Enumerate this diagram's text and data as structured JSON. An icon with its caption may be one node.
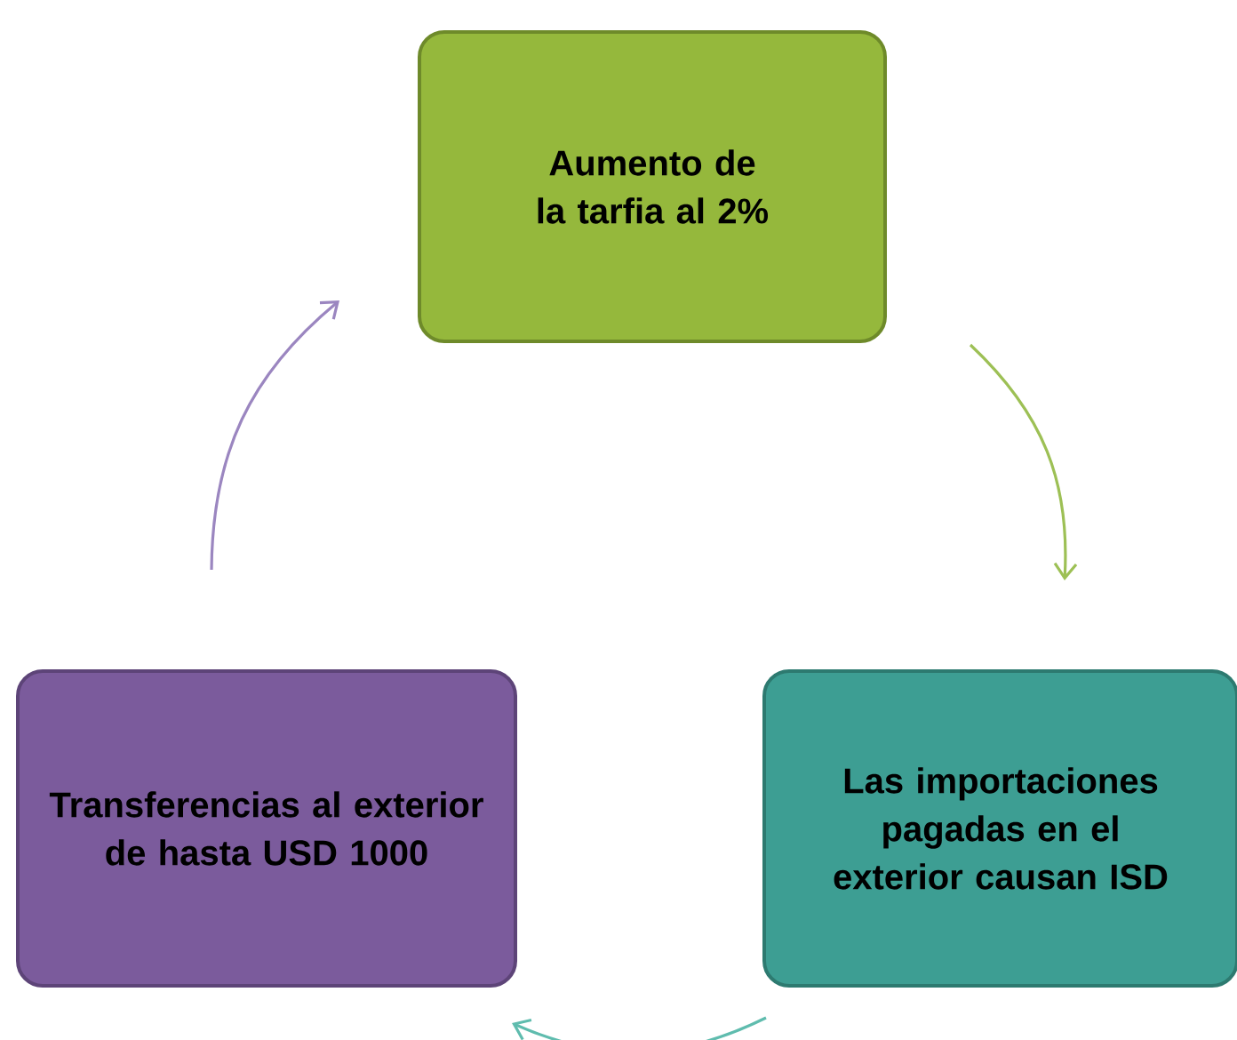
{
  "diagram": {
    "nodes": [
      {
        "text": [
          "Aumento de la tarfia al 2%"
        ]
      },
      {
        "text": [
          "Las importaciones pagadas en el exterior causan ISD"
        ]
      },
      {
        "text": [
          "Transferencias al exterior de hasta USD 1000"
        ]
      }
    ],
    "edges": [
      {
        "from": 0,
        "to": 1,
        "arrow": "to",
        "color": "#9dc055"
      },
      {
        "from": 1,
        "to": 2,
        "arrow": "to",
        "color": "#5fbcae"
      },
      {
        "from": 2,
        "to": 0,
        "arrow": "to",
        "color": "#9b86c0"
      }
    ]
  }
}
